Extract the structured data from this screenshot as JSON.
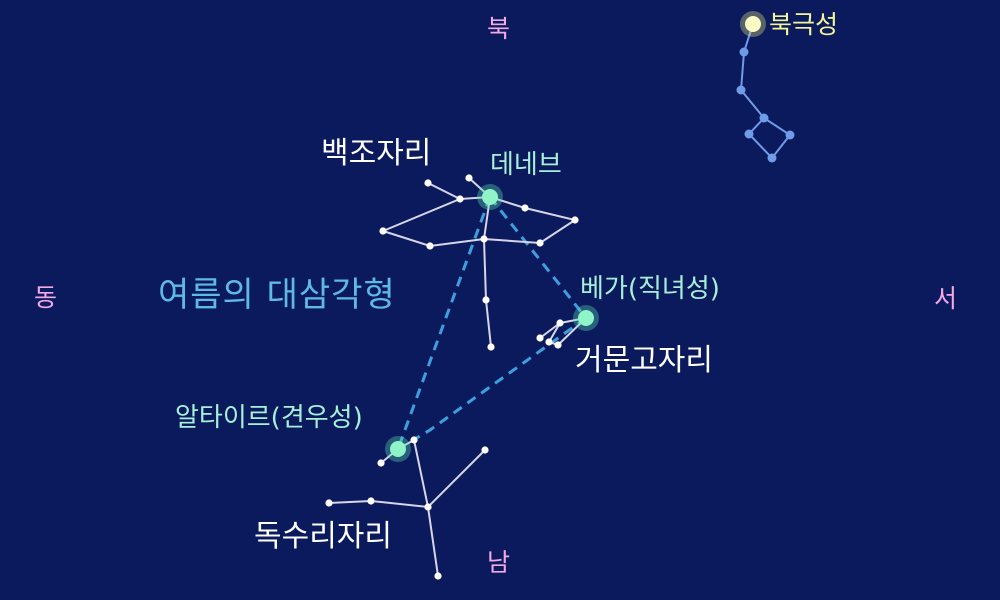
{
  "directions": {
    "north": "북",
    "south": "남",
    "east": "동",
    "west": "서"
  },
  "title": "여름의 대삼각형",
  "constellations": {
    "cygnus": "백조자리",
    "lyra": "거문고자리",
    "aquila": "독수리자리"
  },
  "stars": {
    "deneb": "데네브",
    "vega": "베가(직녀성)",
    "altair": "알타이르(견우성)",
    "polaris": "북극성"
  },
  "colors": {
    "background": "#0b1a5c",
    "direction_text": "#f4a8e6",
    "title_text": "#5fb9e6",
    "star_label": "#a6f0d8",
    "polaris_label": "#f3f59a",
    "triangle_line": "#3d9fdc",
    "constellation_line": "#d6d6e8",
    "little_dipper": "#6f9be8"
  }
}
